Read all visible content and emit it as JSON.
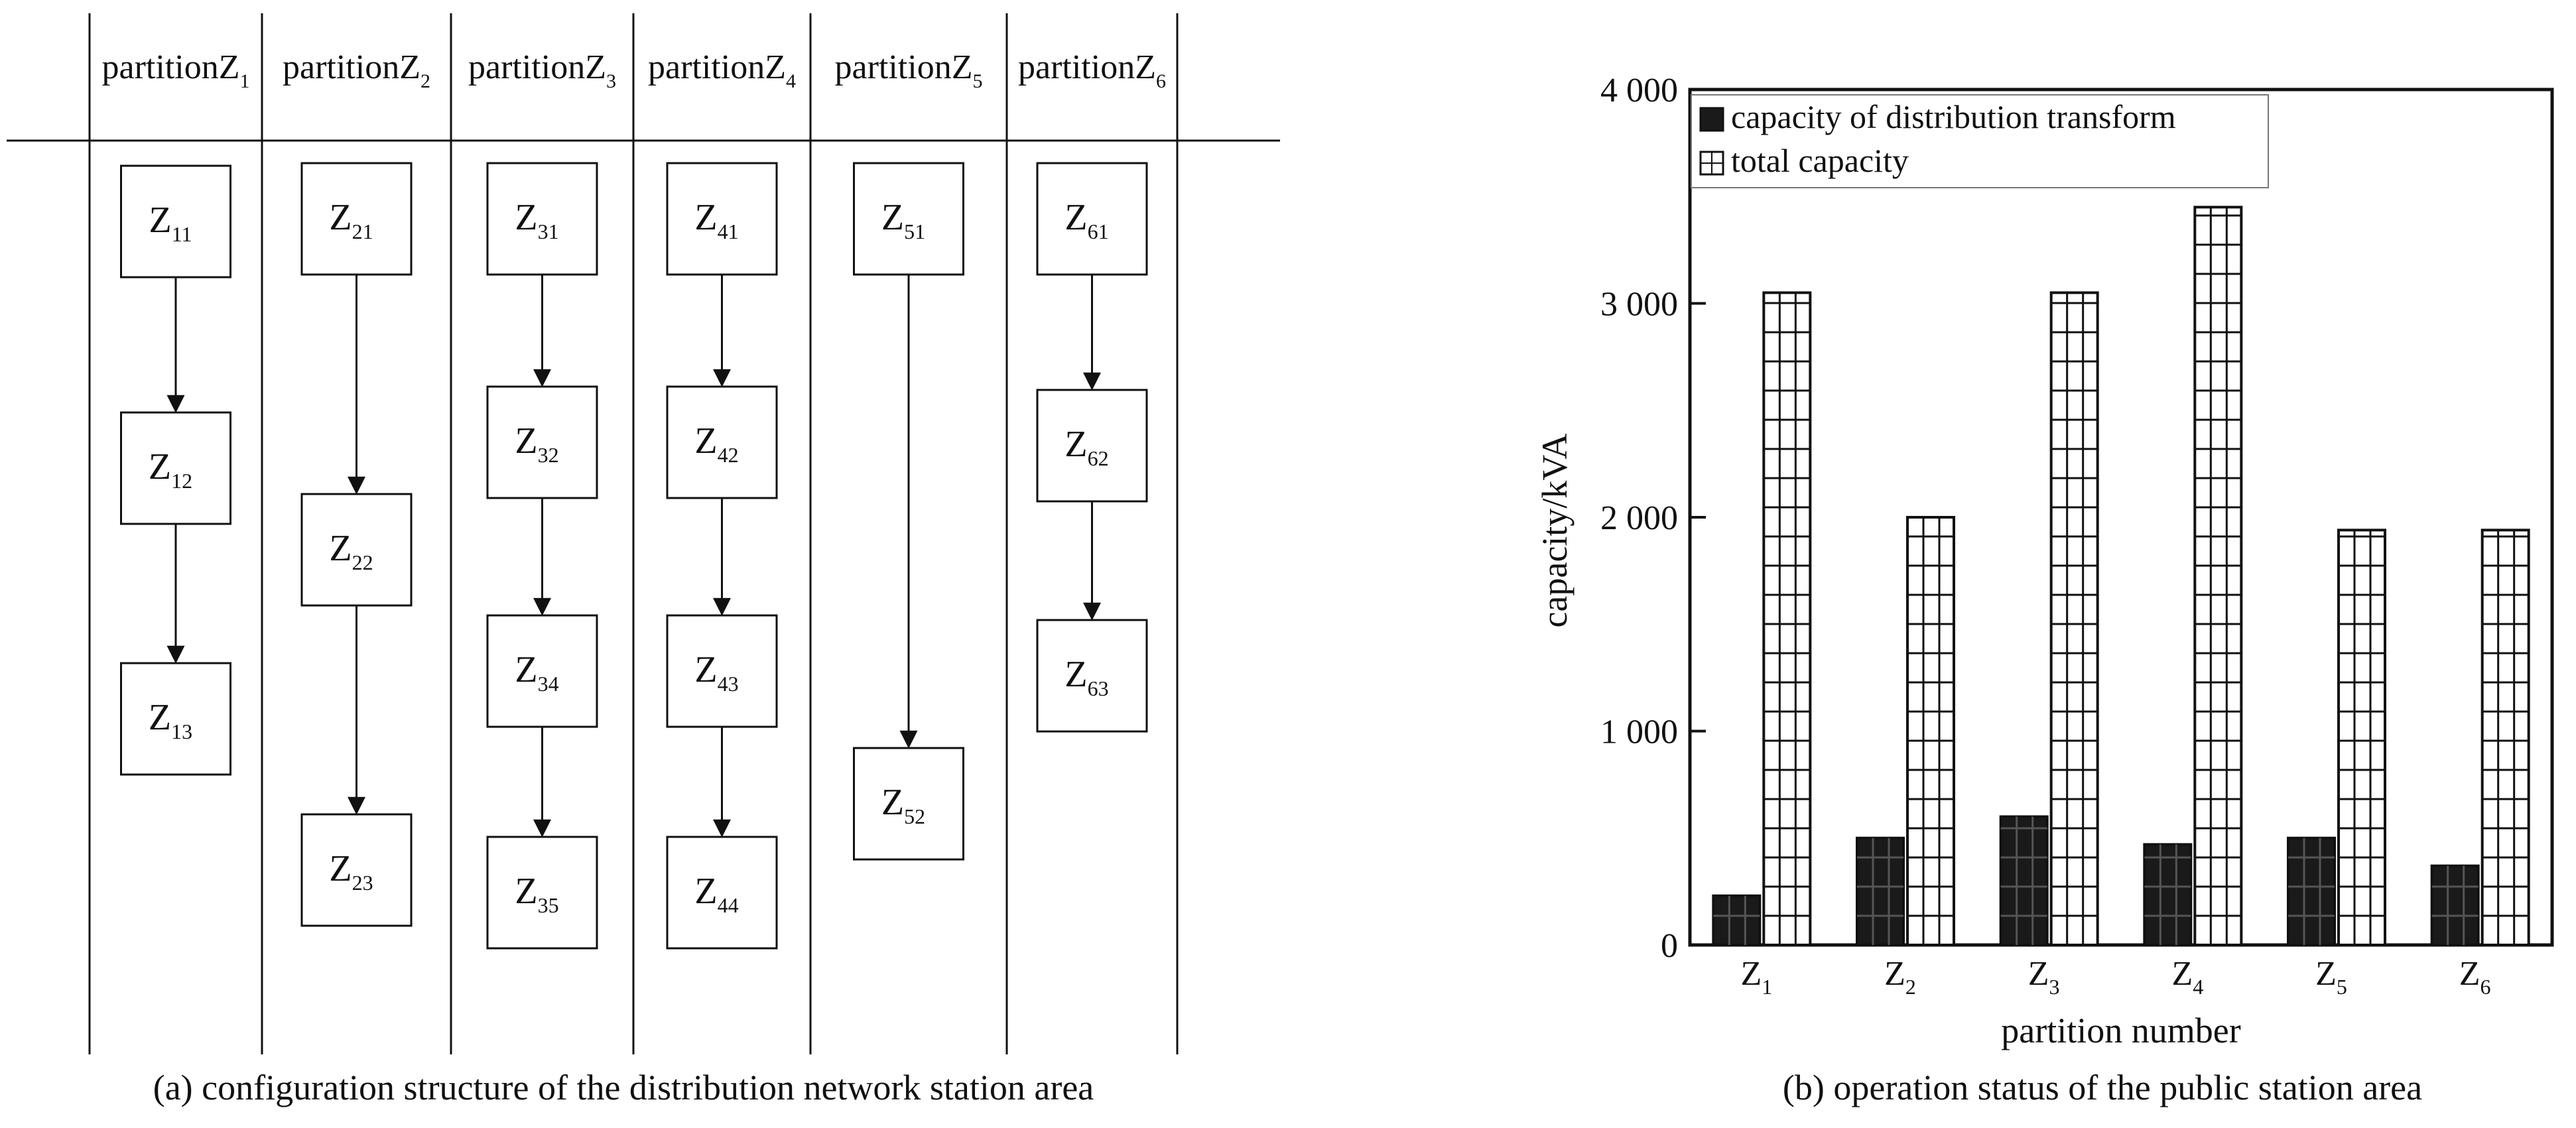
{
  "diagram": {
    "caption": "(a) configuration structure of the distribution network station area",
    "header_prefix": "partition",
    "partitions": [
      {
        "label": "Z",
        "sub": "1",
        "nodes": [
          {
            "label": "Z",
            "sub": "11"
          },
          {
            "label": "Z",
            "sub": "12"
          },
          {
            "label": "Z",
            "sub": "13"
          }
        ]
      },
      {
        "label": "Z",
        "sub": "2",
        "nodes": [
          {
            "label": "Z",
            "sub": "21"
          },
          {
            "label": "Z",
            "sub": "22"
          },
          {
            "label": "Z",
            "sub": "23"
          }
        ]
      },
      {
        "label": "Z",
        "sub": "3",
        "nodes": [
          {
            "label": "Z",
            "sub": "31"
          },
          {
            "label": "Z",
            "sub": "32"
          },
          {
            "label": "Z",
            "sub": "34"
          },
          {
            "label": "Z",
            "sub": "35"
          }
        ]
      },
      {
        "label": "Z",
        "sub": "4",
        "nodes": [
          {
            "label": "Z",
            "sub": "41"
          },
          {
            "label": "Z",
            "sub": "42"
          },
          {
            "label": "Z",
            "sub": "43"
          },
          {
            "label": "Z",
            "sub": "44"
          }
        ]
      },
      {
        "label": "Z",
        "sub": "5",
        "nodes": [
          {
            "label": "Z",
            "sub": "51"
          },
          {
            "label": "Z",
            "sub": "52"
          }
        ]
      },
      {
        "label": "Z",
        "sub": "6",
        "nodes": [
          {
            "label": "Z",
            "sub": "61"
          },
          {
            "label": "Z",
            "sub": "62"
          },
          {
            "label": "Z",
            "sub": "63"
          }
        ]
      }
    ]
  },
  "chart_data": {
    "type": "bar",
    "caption": "(b) operation status of the public station area",
    "categories": [
      "Z1",
      "Z2",
      "Z3",
      "Z4",
      "Z5",
      "Z6"
    ],
    "category_labels": [
      {
        "label": "Z",
        "sub": "1"
      },
      {
        "label": "Z",
        "sub": "2"
      },
      {
        "label": "Z",
        "sub": "3"
      },
      {
        "label": "Z",
        "sub": "4"
      },
      {
        "label": "Z",
        "sub": "5"
      },
      {
        "label": "Z",
        "sub": "6"
      }
    ],
    "series": [
      {
        "name": "capacity of distribution transform",
        "values": [
          230,
          500,
          600,
          470,
          500,
          370
        ],
        "fill": "#1a1a1a"
      },
      {
        "name": "total capacity",
        "values": [
          3050,
          2000,
          3050,
          3450,
          1940,
          1940
        ],
        "fill": "#ffffff"
      }
    ],
    "xlabel": "partition number",
    "ylabel": "capacity/kVA",
    "ylim": [
      0,
      4000
    ],
    "yticks": [
      0,
      1000,
      2000,
      3000,
      4000
    ],
    "ytick_labels": [
      "0",
      "1 000",
      "2 000",
      "3 000",
      "4 000"
    ],
    "legend_position": "top-left",
    "grid": false
  }
}
